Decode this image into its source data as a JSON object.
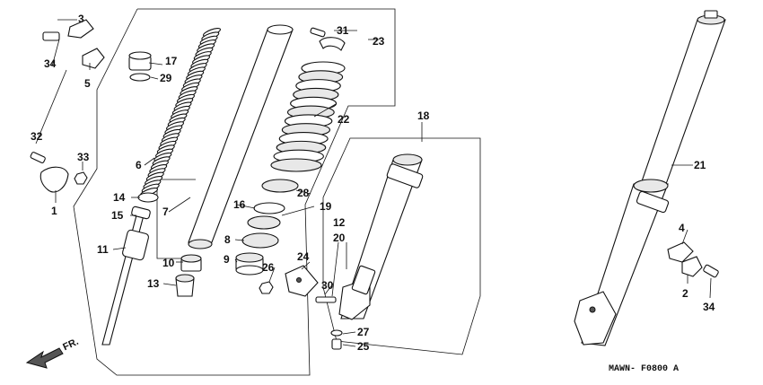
{
  "diagram_code": "MAWN- F0800 A",
  "direction_label": "FR.",
  "callouts": {
    "c1": "1",
    "c2": "2",
    "c3": "3",
    "c4": "4",
    "c5": "5",
    "c6": "6",
    "c7": "7",
    "c8": "8",
    "c9": "9",
    "c10": "10",
    "c11": "11",
    "c12": "12",
    "c13": "13",
    "c14": "14",
    "c15": "15",
    "c16": "16",
    "c17": "17",
    "c18": "18",
    "c19": "19",
    "c20": "20",
    "c21": "21",
    "c22": "22",
    "c23": "23",
    "c24": "24",
    "c25": "25",
    "c26": "26",
    "c27": "27",
    "c28": "28",
    "c29": "29",
    "c30": "30",
    "c31": "31",
    "c32": "32",
    "c33": "33",
    "c34a": "34",
    "c34b": "34"
  }
}
